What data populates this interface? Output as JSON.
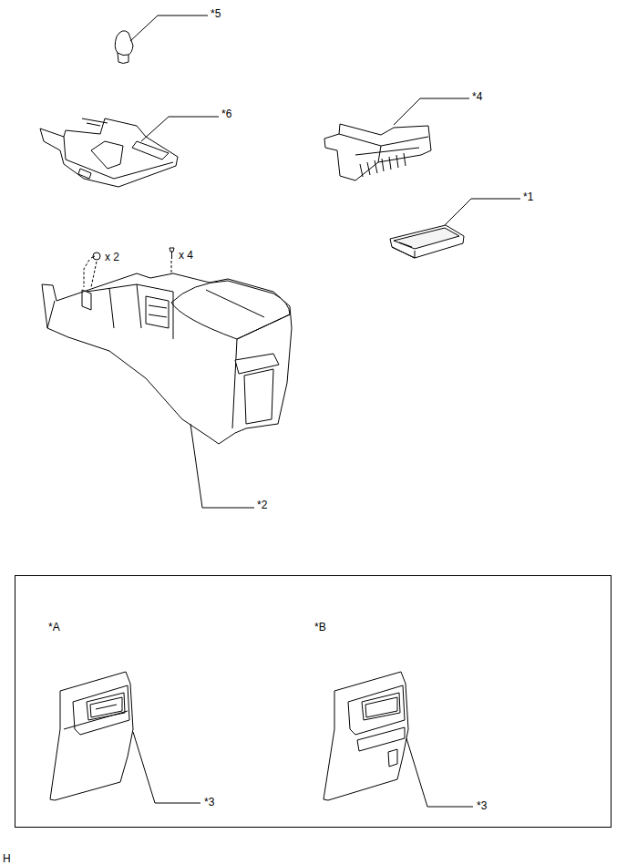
{
  "diagram": {
    "nodes": [
      {
        "text": [
          "*A",
          "*B",
          "*3",
          "*3"
        ]
      }
    ],
    "labels": [
      "*5",
      "*6",
      "*4",
      "*1",
      "x 2",
      "x 4",
      "*2",
      "H"
    ]
  }
}
